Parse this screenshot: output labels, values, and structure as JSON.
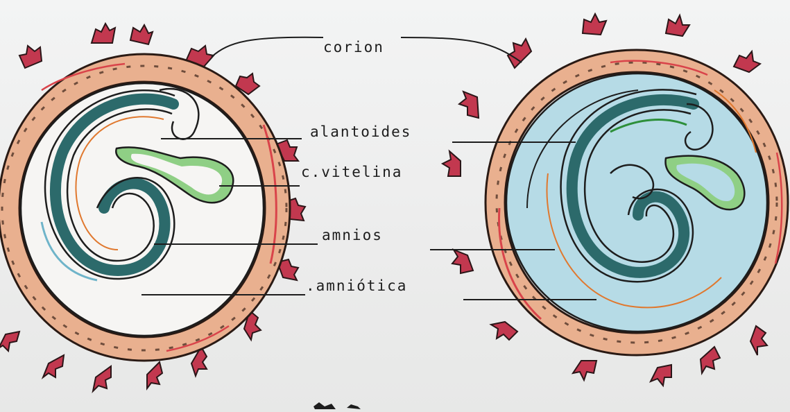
{
  "labels": {
    "corion": "corion",
    "alantoides": "alantoides",
    "vitelina": "c.vitelina",
    "amnios": "amnios",
    "amniotica": ".amniótica"
  },
  "colors": {
    "paper": "#eef0ef",
    "chorion_fill": "#e9b08f",
    "villi": "#c2384f",
    "amnion_fluid": "#b6dbe6",
    "embryo_teal": "#2c6a6b",
    "yolk_green": "#8fcf85",
    "ink": "#1d1d1d",
    "red_vessel": "#d9434a",
    "orange_line": "#e0782e"
  },
  "icons": {
    "left_drawing": "early-embryo-sketch",
    "right_drawing": "later-embryo-sketch"
  }
}
